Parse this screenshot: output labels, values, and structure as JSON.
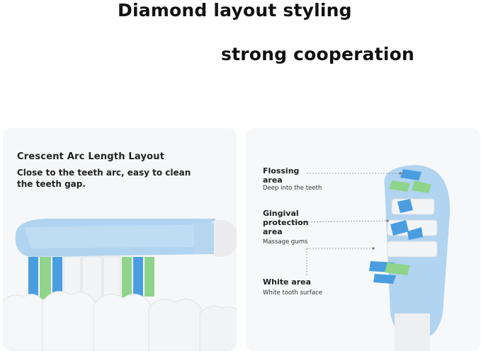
{
  "headings": {
    "line1": "Diamond layout styling",
    "line2": "strong cooperation"
  },
  "left_panel": {
    "title": "Crescent Arc Length Layout",
    "desc_line1": "Close to the teeth arc, easy to clean",
    "desc_line2": "the teeth gap."
  },
  "right_panel": {
    "callouts": [
      {
        "title_lines": [
          "Flossing",
          "area"
        ],
        "subtitle": "Deep into the teeth"
      },
      {
        "title_lines": [
          "Gingival",
          "protection",
          "area"
        ],
        "subtitle": "Massage gums"
      },
      {
        "title_lines": [
          "White area"
        ],
        "subtitle": "White tooth surface"
      }
    ]
  },
  "colors": {
    "brush_blue": "#9cc8ea",
    "bristle_blue": "#4a9ee0",
    "bristle_green": "#8fd48a",
    "bristle_white": "#f2f4f6",
    "tooth": "#f4f6f7",
    "gum": "#e8eaec"
  }
}
